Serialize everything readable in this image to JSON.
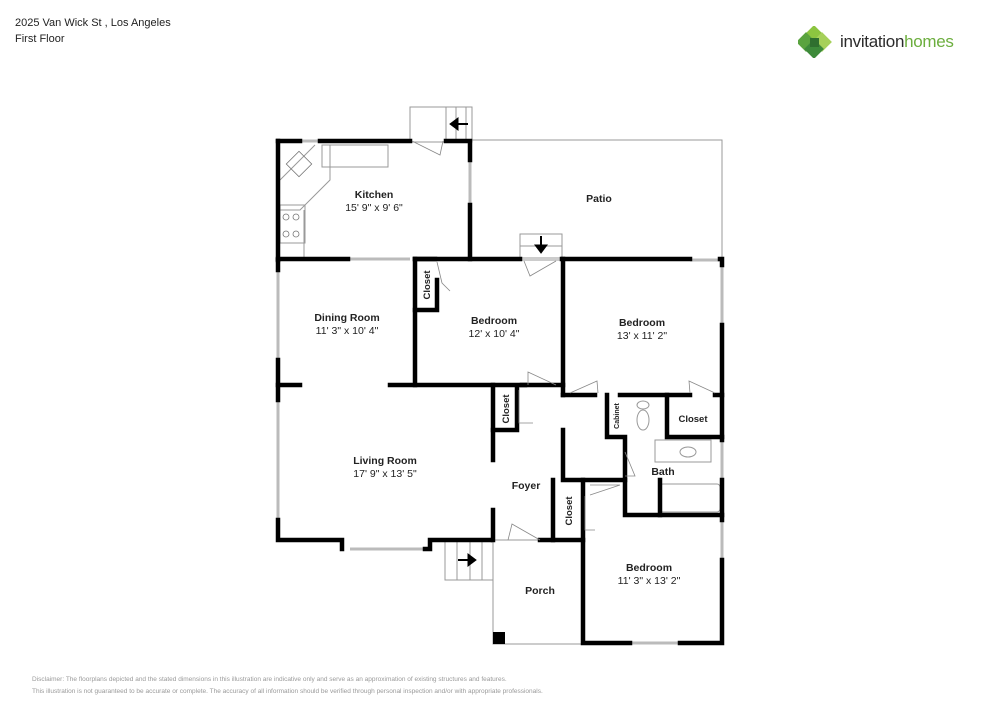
{
  "header": {
    "address": "2025 Van Wick St , Los Angeles",
    "floor": "First Floor"
  },
  "brand": {
    "name_part1": "invitation",
    "name_part2": "homes",
    "colors": {
      "dark_green": "#3d8a3a",
      "light_green": "#8cc540",
      "text_dark": "#2b2b2b",
      "text_green": "#6cae3e"
    }
  },
  "rooms": [
    {
      "name": "Kitchen",
      "dimensions": "15' 9\" x 9' 6\""
    },
    {
      "name": "Patio",
      "dimensions": ""
    },
    {
      "name": "Dining Room",
      "dimensions": "11' 3\" x 10' 4\""
    },
    {
      "name": "Bedroom",
      "dimensions": "12' x 10' 4\""
    },
    {
      "name": "Bedroom",
      "dimensions": "13' x 11' 2\""
    },
    {
      "name": "Living Room",
      "dimensions": "17' 9\" x 13' 5\""
    },
    {
      "name": "Foyer",
      "dimensions": ""
    },
    {
      "name": "Bath",
      "dimensions": ""
    },
    {
      "name": "Bedroom",
      "dimensions": "11' 3\" x 13' 2\""
    },
    {
      "name": "Porch",
      "dimensions": ""
    }
  ],
  "small_labels": {
    "closet_1": "Closet",
    "closet_2": "Closet",
    "closet_3": "Closet",
    "closet_4": "Closet",
    "cabinet": "Cabinet"
  },
  "disclaimer": {
    "line1": "Disclaimer: The floorplans depicted and the stated dimensions in this illustration are indicative only and serve as an approximation of existing structures and features.",
    "line2": "This illustration is not guaranteed to be accurate or complete. The accuracy of all information should be verified through personal inspection and/or with appropriate professionals."
  }
}
